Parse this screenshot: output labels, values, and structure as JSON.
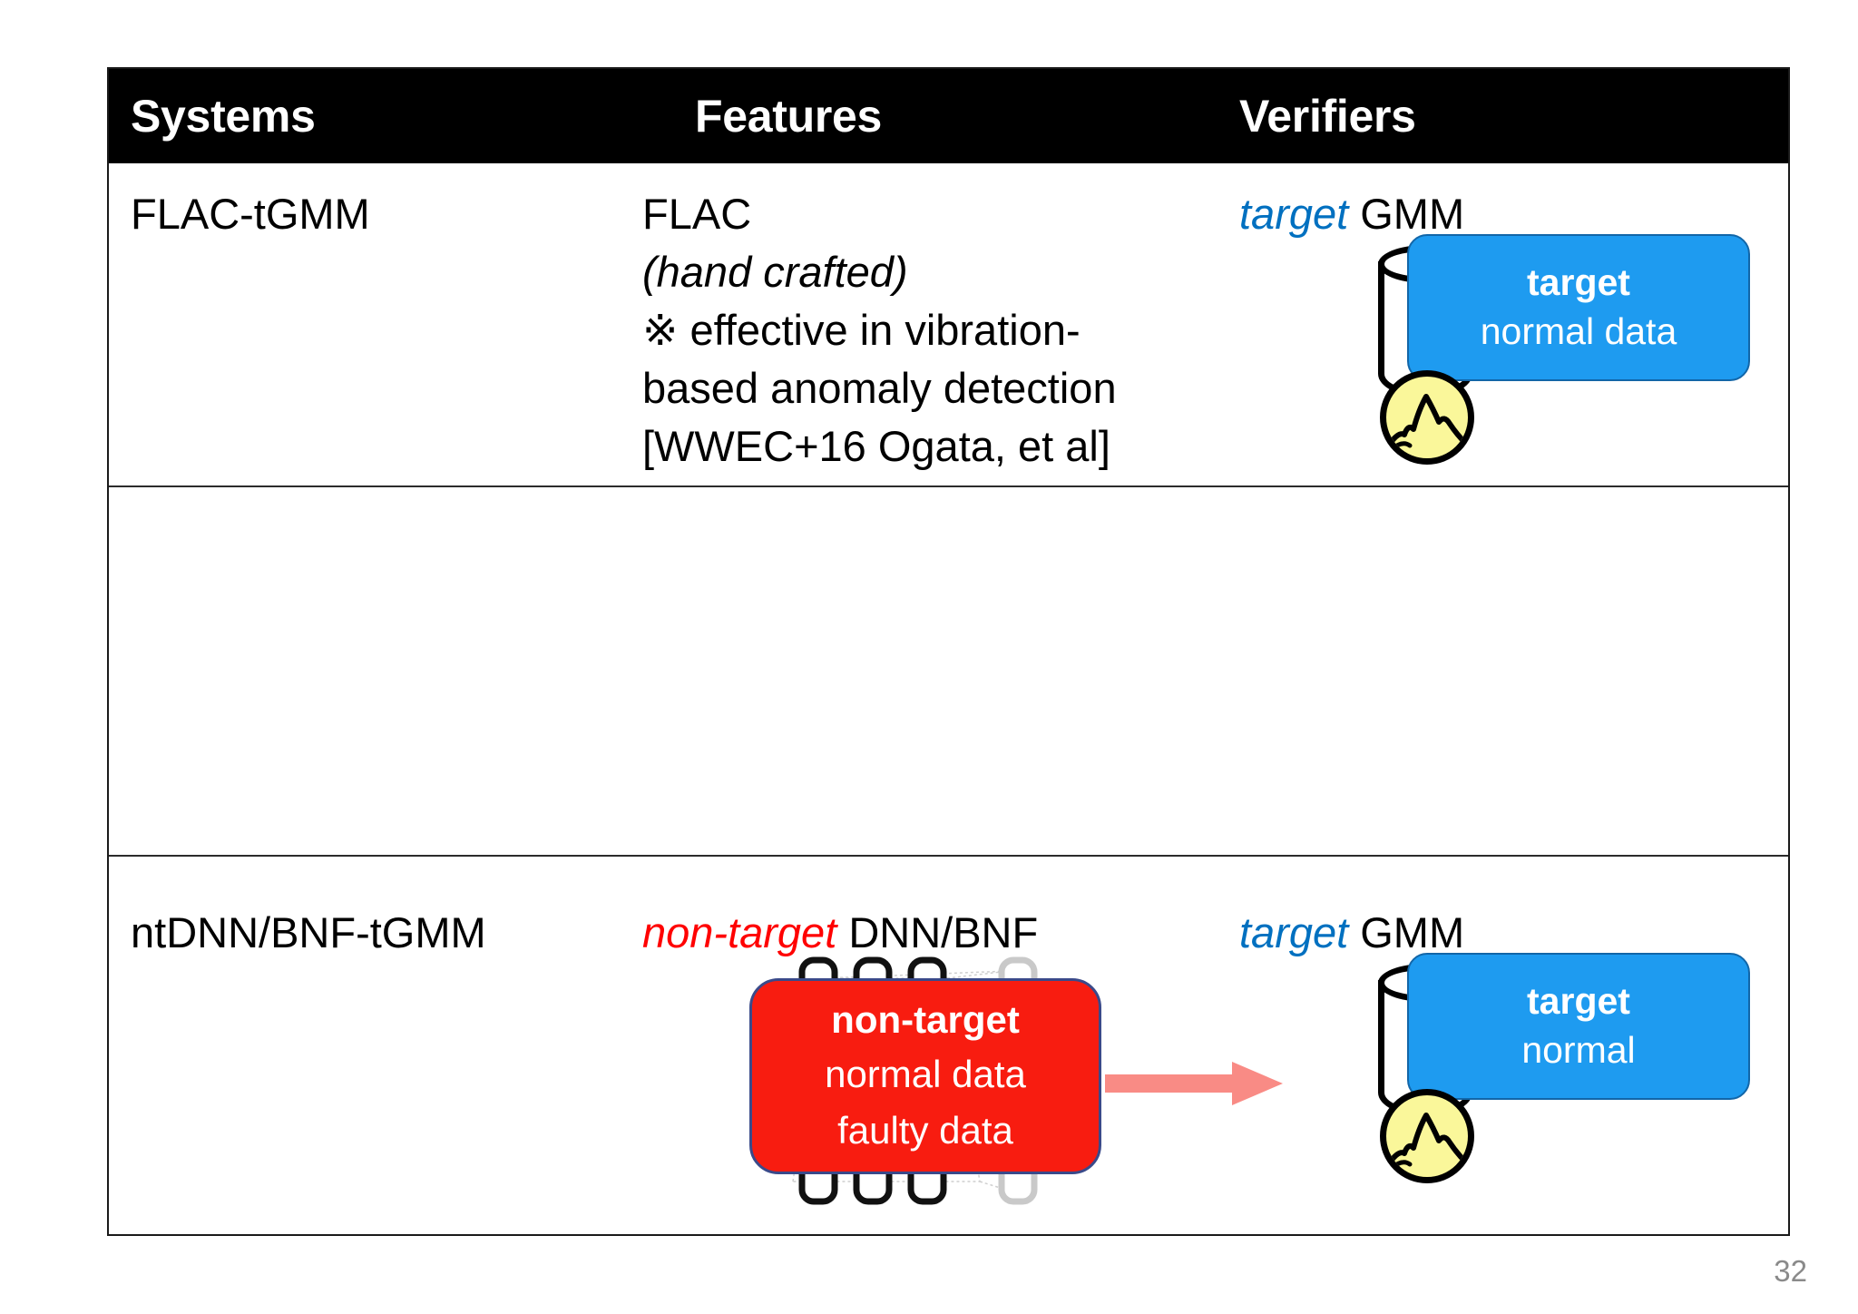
{
  "slide": {
    "page_number": "32"
  },
  "table": {
    "headers": [
      "Systems",
      "Features",
      "Verifiers"
    ],
    "rows": [
      {
        "system": "FLAC-tGMM",
        "features_lines": [
          "FLAC",
          "(hand crafted)",
          "※ effective in vibration-",
          "based anomaly detection",
          "[WWEC+16 Ogata, et al]"
        ],
        "features_plain": "FLAC (hand crafted) ※ effective in vibration-based anomaly detection [WWEC+16 Ogata, et al]",
        "verifier_emph": "target",
        "verifier_rest": " GMM",
        "db_title": "target",
        "db_sub": "normal data"
      },
      {
        "system": "",
        "features_plain": "",
        "verifier_emph": "",
        "verifier_rest": ""
      },
      {
        "system": "ntDNN/BNF-tGMM",
        "features_emph": "non-target",
        "features_rest": " DNN/BNF",
        "verifier_emph": "target",
        "verifier_rest": " GMM",
        "dnn_title": "non-target",
        "dnn_line2": "normal data",
        "dnn_line3": "faulty data",
        "db_title": "target",
        "db_sub": "normal"
      }
    ]
  },
  "icons": {
    "database_cylinder": "database-cylinder-icon",
    "gmm_mountain": "gmm-mountain-icon",
    "neural_network": "neural-network-icon",
    "flow_arrow": "right-arrow-icon",
    "reference_mark": "※"
  },
  "colors": {
    "header_bg": "#000000",
    "header_text": "#ffffff",
    "target_blue": "#0070C0",
    "box_blue": "#1E9BF0",
    "non_target_red": "#FF0000",
    "box_red": "#F81C10",
    "gmm_yellow": "#FAF79A",
    "arrow_pink": "#F98B85",
    "page_number_gray": "#8a8a8a",
    "border": "#1a1a1a"
  }
}
